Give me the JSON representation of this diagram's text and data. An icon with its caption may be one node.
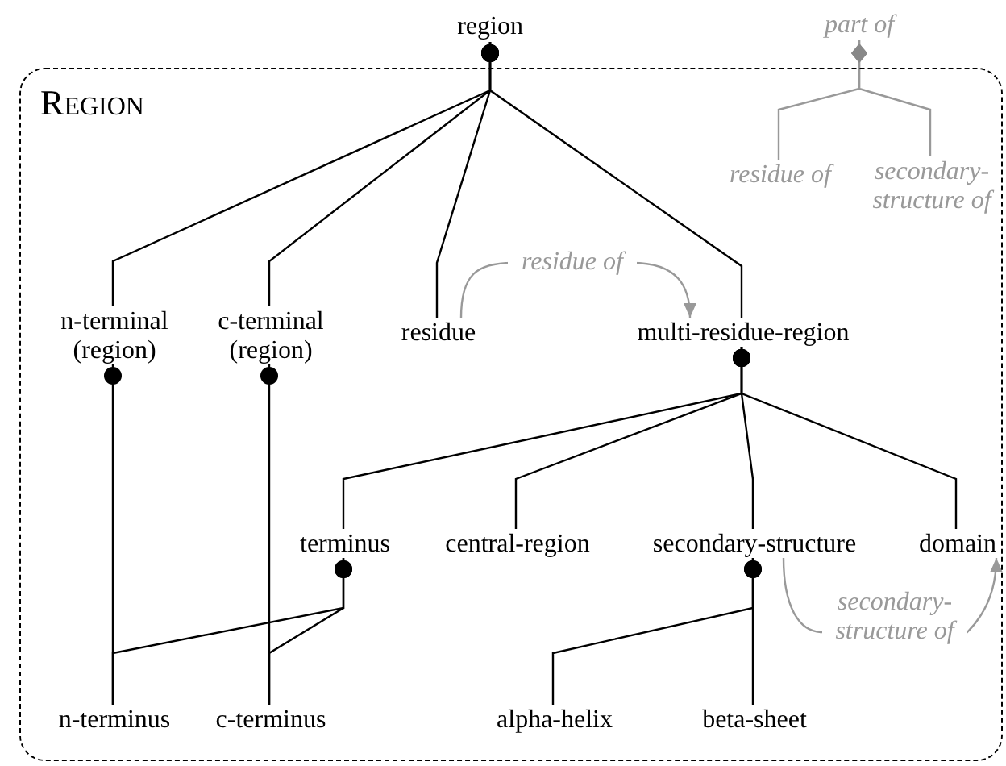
{
  "diagram": {
    "nodes": [
      {
        "text": [
          "region"
        ]
      },
      {
        "text": [
          "REGION"
        ]
      },
      {
        "text": [
          "part of"
        ]
      },
      {
        "text": [
          "residue of"
        ],
        "in": 1
      },
      {
        "text": [
          "secondary-structure of"
        ],
        "in": 1
      },
      {
        "text": [
          "n-terminal (region)"
        ],
        "in": 1
      },
      {
        "text": [
          "c-terminal (region)"
        ],
        "in": 1
      },
      {
        "text": [
          "residue"
        ],
        "in": 1
      },
      {
        "text": [
          "multi-residue-region"
        ],
        "in": 1
      },
      {
        "text": [
          "terminus"
        ],
        "in": 1
      },
      {
        "text": [
          "central-region"
        ],
        "in": 1
      },
      {
        "text": [
          "secondary-structure"
        ],
        "in": 1
      },
      {
        "text": [
          "domain"
        ],
        "in": 1
      },
      {
        "text": [
          "n-terminus"
        ],
        "in": 1
      },
      {
        "text": [
          "c-terminus"
        ],
        "in": 1
      },
      {
        "text": [
          "alpha-helix"
        ],
        "in": 1
      },
      {
        "text": [
          "beta-sheet"
        ],
        "in": 1
      }
    ],
    "edges": [
      {
        "from": 0,
        "to": 5,
        "arrow": "other"
      },
      {
        "from": 0,
        "to": 6,
        "arrow": "other"
      },
      {
        "from": 0,
        "to": 7,
        "arrow": "other"
      },
      {
        "from": 0,
        "to": 8,
        "arrow": "other"
      },
      {
        "from": 2,
        "to": 3,
        "arrow": "other",
        "color": "#999999"
      },
      {
        "from": 2,
        "to": 4,
        "arrow": "other",
        "color": "#999999"
      },
      {
        "from": 7,
        "to": 8,
        "arrow": "to",
        "label": "residue of",
        "color": "#999999"
      },
      {
        "from": 8,
        "to": 9,
        "arrow": "other"
      },
      {
        "from": 8,
        "to": 10,
        "arrow": "other"
      },
      {
        "from": 8,
        "to": 11,
        "arrow": "other"
      },
      {
        "from": 8,
        "to": 12,
        "arrow": "other"
      },
      {
        "from": 5,
        "to": 13,
        "arrow": "other"
      },
      {
        "from": 6,
        "to": 14,
        "arrow": "other"
      },
      {
        "from": 9,
        "to": 13,
        "arrow": "other"
      },
      {
        "from": 9,
        "to": 14,
        "arrow": "other"
      },
      {
        "from": 11,
        "to": 15,
        "arrow": "other"
      },
      {
        "from": 11,
        "to": 16,
        "arrow": "other"
      },
      {
        "from": 11,
        "to": 12,
        "arrow": "to",
        "label": "secondary-structure of",
        "color": "#999999"
      }
    ]
  }
}
